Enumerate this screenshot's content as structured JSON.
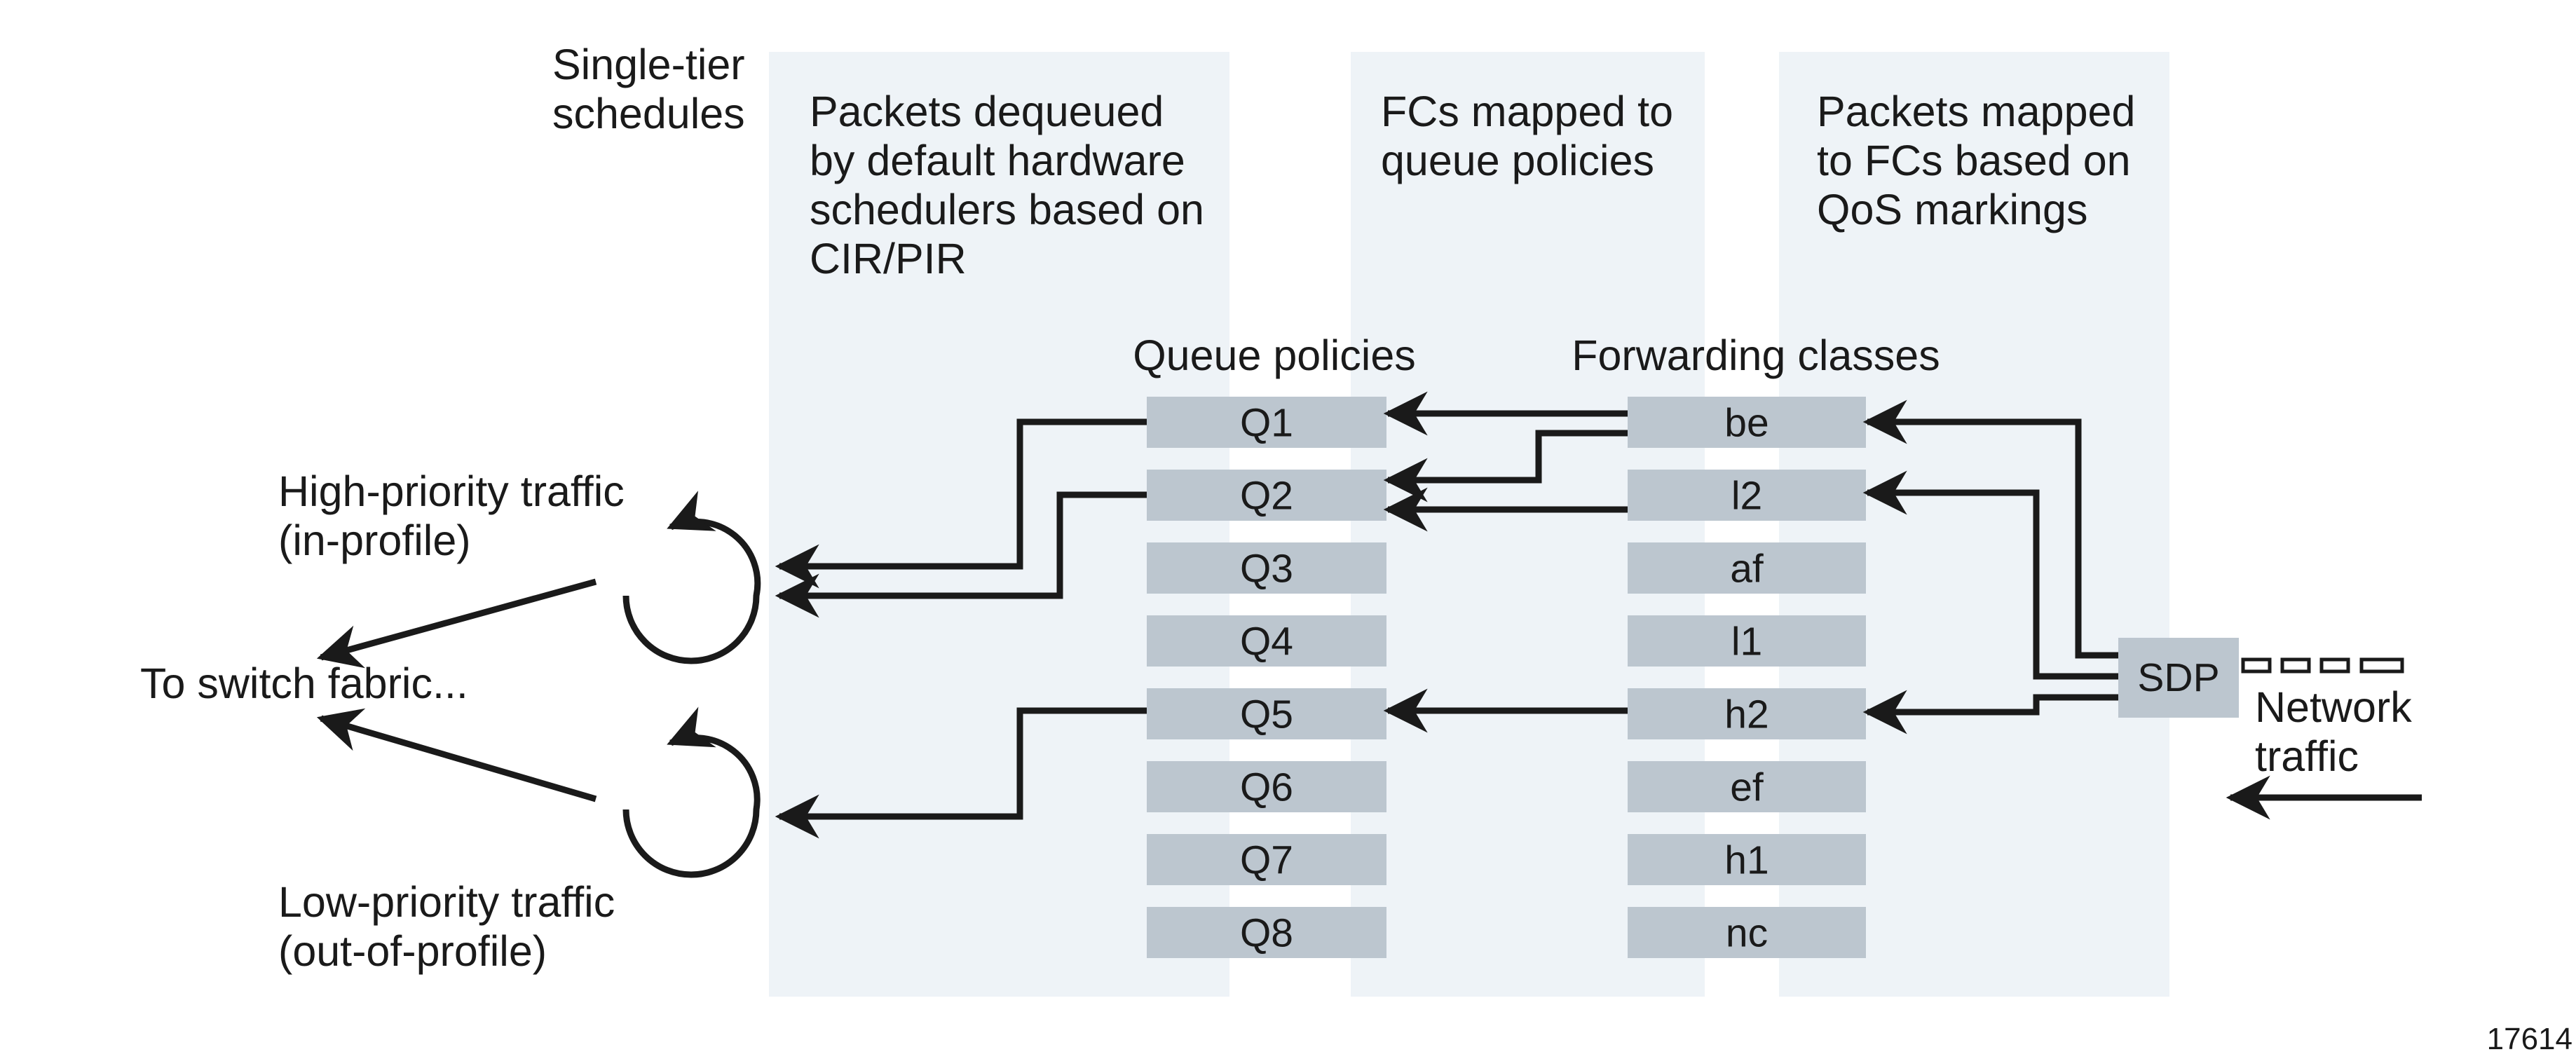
{
  "columns": {
    "schedulers": {
      "header": [
        "Packets dequeued",
        "by default hardware",
        "schedulers based on",
        "CIR/PIR"
      ],
      "fill": "#eef3f7"
    },
    "mapping": {
      "header": [
        "FCs mapped to",
        "queue policies"
      ],
      "fill": "#eef3f7"
    },
    "classification": {
      "header": [
        "Packets mapped",
        "to FCs based on",
        "QoS markings"
      ],
      "fill": "#eef3f7"
    }
  },
  "side_title": [
    "Single-tier",
    "schedules"
  ],
  "queue_policies": {
    "title": "Queue policies",
    "items": [
      "Q1",
      "Q2",
      "Q3",
      "Q4",
      "Q5",
      "Q6",
      "Q7",
      "Q8"
    ]
  },
  "forwarding_classes": {
    "title": "Forwarding classes",
    "items": [
      "be",
      "l2",
      "af",
      "l1",
      "h2",
      "ef",
      "h1",
      "nc"
    ]
  },
  "sdp": {
    "label": "SDP"
  },
  "network_traffic": [
    "Network",
    "traffic"
  ],
  "high_priority": [
    "High-priority traffic",
    "(in-profile)"
  ],
  "low_priority": [
    "Low-priority traffic",
    "(out-of-profile)"
  ],
  "switch_fabric": "To switch fabric...",
  "figure_id": "17614",
  "colors": {
    "box": "#bcc6cf",
    "column": "#eef3f7",
    "line": "#1a1a1a"
  }
}
